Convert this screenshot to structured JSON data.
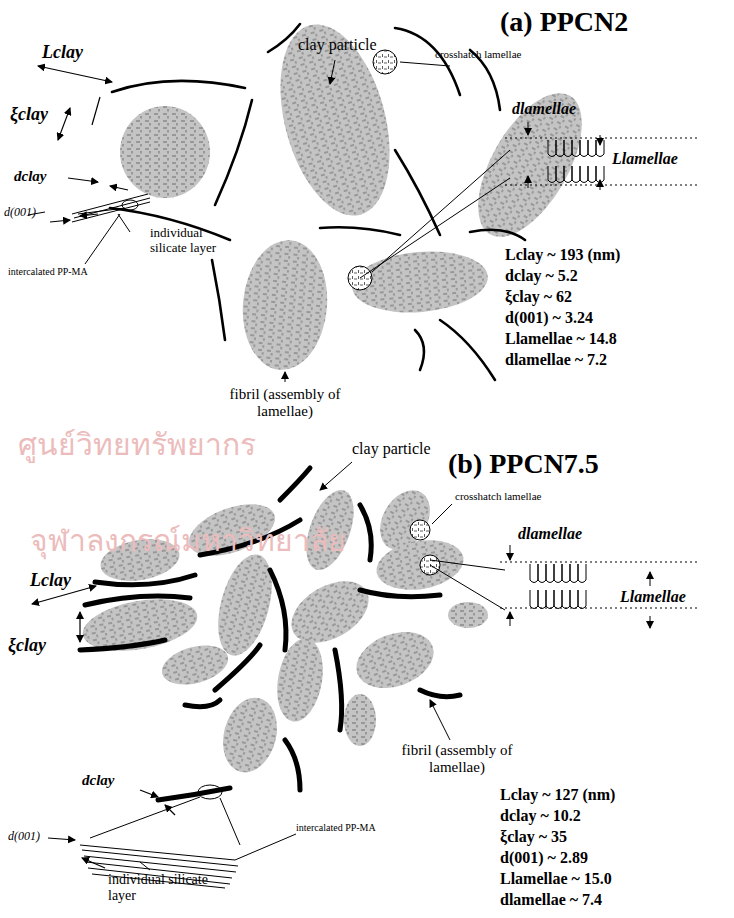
{
  "diagram": {
    "labels": [
      "(a) PPCN2",
      "clay  particle",
      "crosshatch lamellae",
      "Lclay",
      "ξclay",
      "dclay",
      "d(001)",
      "individual silicate layer",
      "intercalated PP-MA",
      "fibril (assembly of lamellae)",
      "dlamellae",
      "Llamellae",
      "Lclay ~ 193  (nm)",
      "dclay ~ 5.2",
      "ξclay ~ 62",
      "d(001) ~ 3.24",
      "Llamellae ~ 14.8",
      "dlamellae ~ 7.2",
      "ศูนย์วิทยทรัพยากร",
      "(b) PPCN7.5",
      "clay particle",
      "crosshatch lamellae",
      "dlamellae",
      "Llamellae",
      "Lclay",
      "ξclay",
      "dclay",
      "fibril (assembly of lamellae)",
      "d(001)",
      "intercalated PP-MA",
      "individual silicate layer",
      "Lclay ~ 127  (nm)",
      "dclay ~ 10.2",
      "ξclay ~ 35",
      "d(001) ~ 2.89",
      "Llamellae ~ 15.0",
      "dlamellae ~ 7.4",
      "จุฬาลงกรณ์มหาวิทยาลัย"
    ]
  }
}
